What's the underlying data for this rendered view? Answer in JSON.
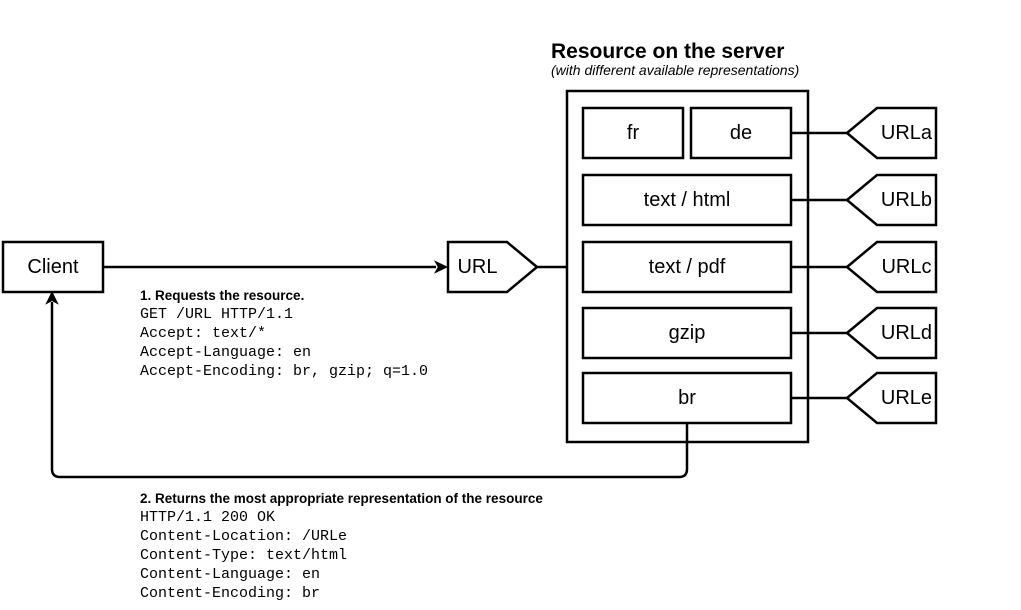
{
  "diagram": {
    "title": "Resource on the server",
    "subtitle": "(with different available representations)",
    "client_label": "Client",
    "url_label": "URL",
    "representations": [
      {
        "label": "fr"
      },
      {
        "label": "de"
      },
      {
        "label": "text / html"
      },
      {
        "label": "text / pdf"
      },
      {
        "label": "gzip"
      },
      {
        "label": "br"
      }
    ],
    "url_tags": [
      "URLa",
      "URLb",
      "URLc",
      "URLd",
      "URLe"
    ],
    "request": {
      "heading": "1. Requests the resource.",
      "lines": [
        "GET /URL HTTP/1.1",
        "Accept: text/*",
        "Accept-Language: en",
        "Accept-Encoding: br, gzip; q=1.0"
      ]
    },
    "response": {
      "heading": "2. Returns the most appropriate representation of the resource",
      "lines": [
        "HTTP/1.1 200 OK",
        "Content-Location: /URLe",
        "Content-Type: text/html",
        "Content-Language: en",
        "Content-Encoding: br"
      ]
    },
    "colors": {
      "line": "#000000",
      "background": "#ffffff",
      "text": "#000000"
    }
  }
}
